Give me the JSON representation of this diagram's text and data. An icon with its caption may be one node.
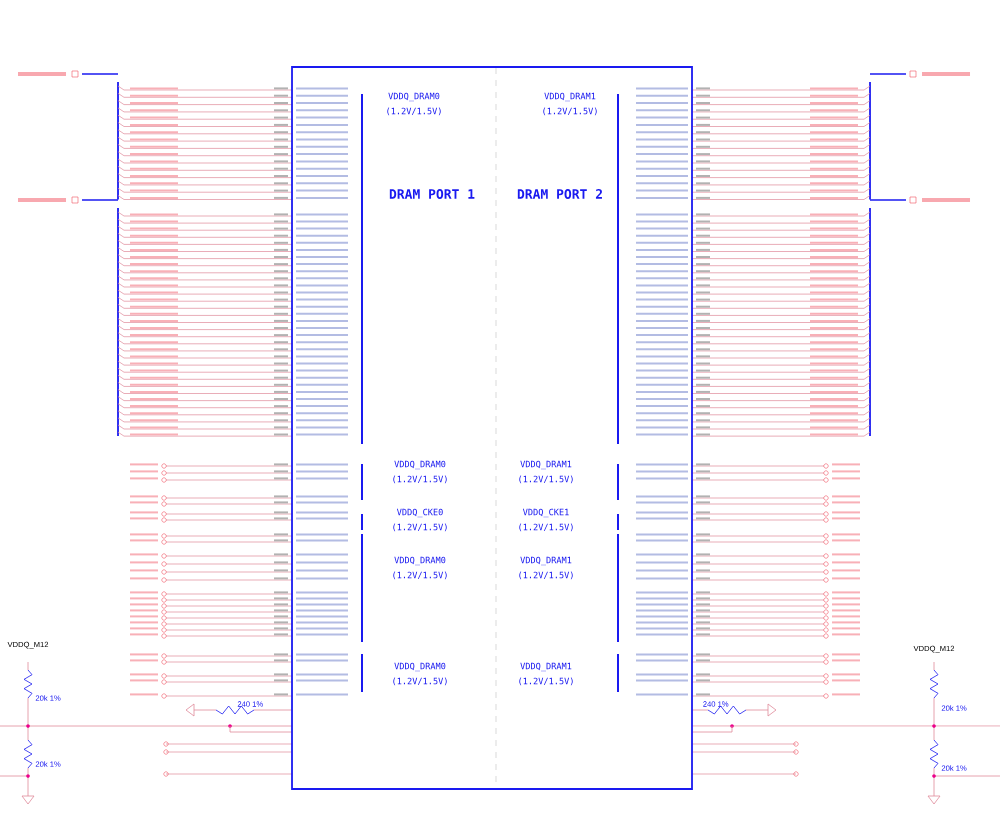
{
  "diagram": {
    "nodes": [
      {
        "text": [
          "VDDQ_DRAM0 (1.2V/1.5V)",
          "VDDQ_DRAM1 (1.2V/1.5V)",
          "DRAM PORT 1",
          "DRAM PORT 2",
          "VDDQ_DRAM0 (1.2V/1.5V)",
          "VDDQ_DRAM1 (1.2V/1.5V)",
          "VDDQ_CKE0 (1.2V/1.5V)",
          "VDDQ_CKE1 (1.2V/1.5V)",
          "VDDQ_DRAM0 (1.2V/1.5V)",
          "VDDQ_DRAM1 (1.2V/1.5V)",
          "VDDQ_DRAM0 (1.2V/1.5V)",
          "VDDQ_DRAM1 (1.2V/1.5V)"
        ]
      }
    ],
    "labels": [
      "VDDQ_M12",
      "VDDQ_M12",
      "20k 1%",
      "240 1%",
      "240 1%",
      "20k 1%",
      "20k 1%",
      "20k 1%"
    ]
  }
}
